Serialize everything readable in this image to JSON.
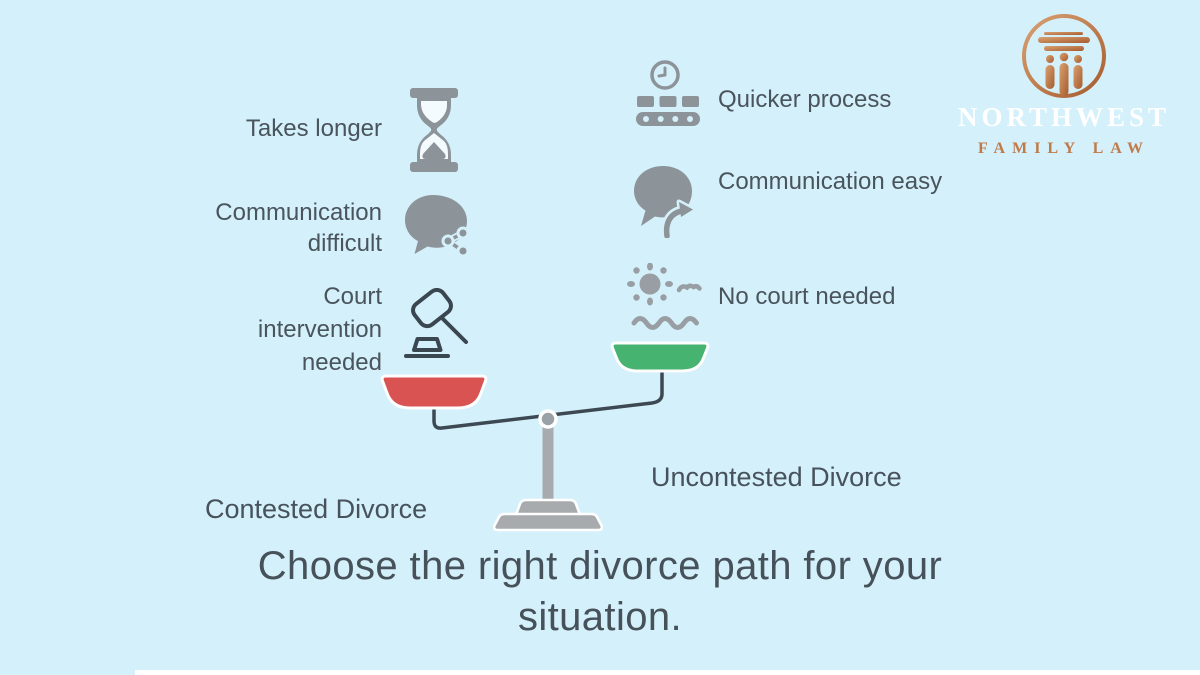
{
  "title": "Choose the right divorce path for your situation.",
  "logo": {
    "name": "NORTHWEST",
    "tagline": "FAMILY LAW",
    "accent_color": "#c07a48",
    "emblem": "column-made-of-three-people-in-circle"
  },
  "scale": {
    "left_label": "Contested Divorce",
    "right_label": "Uncontested Divorce",
    "left_pan_color": "#d95352",
    "right_pan_color": "#47b371",
    "left_pan_position": "lower",
    "right_pan_position": "higher"
  },
  "left_column": {
    "items": [
      {
        "text": "Takes longer",
        "icon": "hourglass-icon"
      },
      {
        "text": "Communication difficult",
        "icon": "speech-bubble-share-icon"
      },
      {
        "text": "Court intervention needed",
        "icon": "gavel-icon"
      }
    ]
  },
  "right_column": {
    "items": [
      {
        "text": "Quicker process",
        "icon": "conveyor-clock-icon"
      },
      {
        "text": "Communication easy",
        "icon": "speech-bubble-arrow-icon"
      },
      {
        "text": "No court needed",
        "icon": "sun-waves-icon"
      }
    ]
  },
  "colors": {
    "background": "#d4f0fa",
    "icon_gray": "#8c9399",
    "outline_dark": "#3a4750",
    "text": "#4a545d",
    "scale_metal": "#a7abae"
  }
}
